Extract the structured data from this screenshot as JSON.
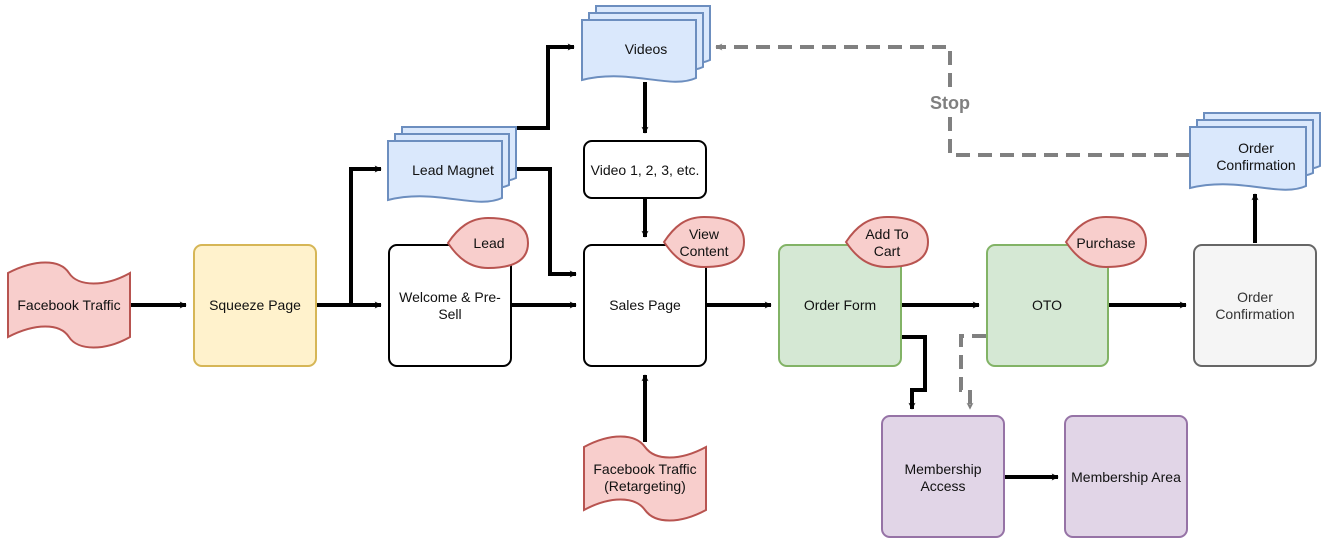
{
  "nodes": {
    "facebook_traffic": "Facebook Traffic",
    "squeeze_page": "Squeeze Page",
    "lead_magnet": "Lead Magnet",
    "welcome_line1": "Welcome & Pre-",
    "welcome_line2": "Sell",
    "videos": "Videos",
    "video_list": "Video 1, 2, 3, etc.",
    "sales_page": "Sales Page",
    "retargeting_line1": "Facebook Traffic",
    "retargeting_line2": "(Retargeting)",
    "order_form": "Order Form",
    "oto": "OTO",
    "order_conf_line1": "Order",
    "order_conf_line2": "Confirmation",
    "order_conf_doc_line1": "Order",
    "order_conf_doc_line2": "Confirmation",
    "membership_access_line1": "Membership",
    "membership_access_line2": "Access",
    "membership_area": "Membership Area"
  },
  "events": {
    "lead": "Lead",
    "view_content_line1": "View",
    "view_content_line2": "Content",
    "add_to_cart_line1": "Add To",
    "add_to_cart_line2": "Cart",
    "purchase": "Purchase"
  },
  "edge_labels": {
    "stop": "Stop"
  },
  "colors": {
    "red_fill": "#f8cecc",
    "red_stroke": "#b85450",
    "yellow_fill": "#fff2cc",
    "yellow_stroke": "#d6b656",
    "blue_fill": "#dae8fc",
    "blue_stroke": "#6c8ebf",
    "green_fill": "#d5e8d4",
    "green_stroke": "#82b366",
    "purple_fill": "#e1d5e7",
    "purple_stroke": "#9673a6",
    "grey_fill": "#f5f5f5",
    "grey_stroke": "#666666",
    "arrow": "#000000",
    "dashed_arrow": "#808080"
  }
}
